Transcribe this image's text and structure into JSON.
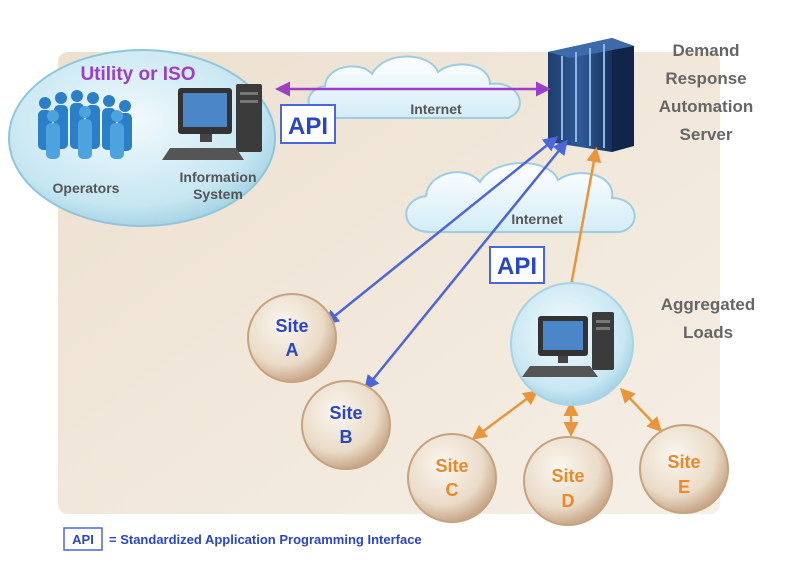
{
  "utility": {
    "title": "Utility or ISO",
    "operators_label": "Operators",
    "info_label_line1": "Information",
    "info_label_line2": "System"
  },
  "server": {
    "line1": "Demand",
    "line2": "Response",
    "line3": "Automation",
    "line4": "Server"
  },
  "clouds": {
    "top_label": "Internet",
    "middle_label": "Internet"
  },
  "api_badges": {
    "top": "API",
    "middle": "API"
  },
  "aggregated": {
    "line1": "Aggregated",
    "line2": "Loads"
  },
  "sites": {
    "a": {
      "line1": "Site",
      "line2": "A"
    },
    "b": {
      "line1": "Site",
      "line2": "B"
    },
    "c": {
      "line1": "Site",
      "line2": "C"
    },
    "d": {
      "line1": "Site",
      "line2": "D"
    },
    "e": {
      "line1": "Site",
      "line2": "E"
    }
  },
  "legend": {
    "badge": "API",
    "text": "= Standardized Application Programming Interface"
  },
  "colors": {
    "utility_purple": "#9b3fc7",
    "blue_arrow": "#4a66d8",
    "orange_arrow": "#e8953c",
    "site_blue_text": "#2a46c0",
    "site_orange_text": "#e8892a",
    "label_gray": "#666666",
    "background_panel": "#efe4d5"
  }
}
